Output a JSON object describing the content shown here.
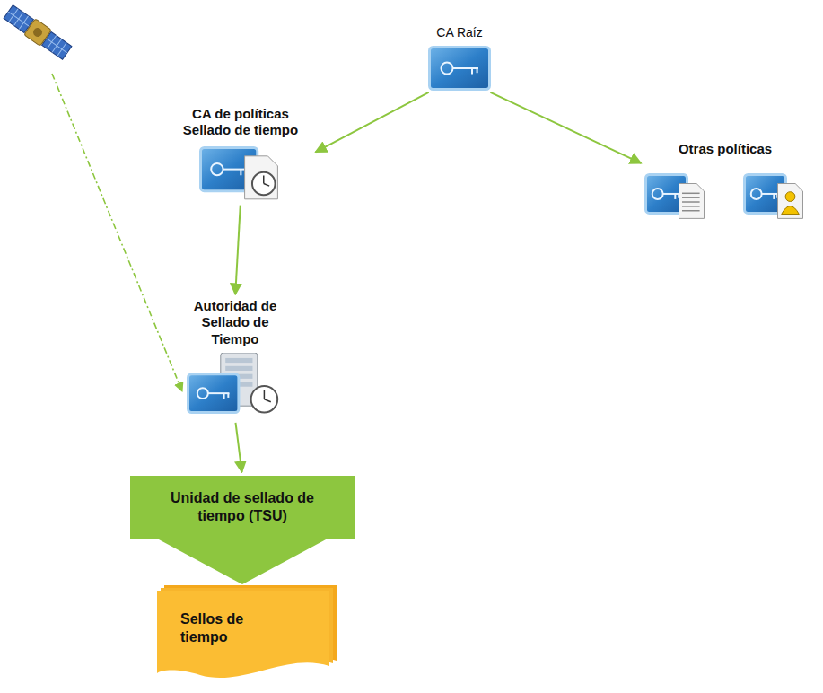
{
  "diagram": {
    "nodes": [
      {
        "text": [
          "CA Raíz"
        ]
      },
      {
        "text": [
          "CA de políticas Sellado de tiempo"
        ]
      },
      {
        "text": [
          "Otras políticas"
        ]
      },
      {
        "text": [
          "Autoridad de Sellado de Tiempo"
        ]
      },
      {
        "text": [
          "Unidad de sellado de tiempo (TSU)"
        ]
      },
      {
        "text": [
          "Sellos de tiempo"
        ]
      }
    ],
    "edges": [
      {
        "from": 0,
        "to": 1,
        "arrow": "to"
      },
      {
        "from": 0,
        "to": 2,
        "arrow": "to"
      },
      {
        "from": 1,
        "to": 3,
        "arrow": "to"
      },
      {
        "from": 3,
        "to": 4,
        "arrow": "to"
      },
      {
        "from": 4,
        "to": 5,
        "arrow": "to"
      }
    ]
  }
}
